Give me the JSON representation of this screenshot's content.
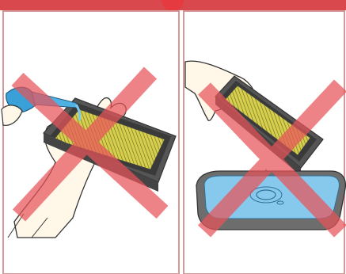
{
  "figure": {
    "panels": [
      {
        "id": "left",
        "icon": "air-gun-icon",
        "subject": "air-filter"
      },
      {
        "id": "right",
        "icon": "wash-basin-icon",
        "subject": "air-filter"
      }
    ],
    "prohibited_mark": "x-icon",
    "colors": {
      "banner": "#d8484c",
      "border": "#d49a9a",
      "cross": "#e8545a",
      "filter_frame": "#5a5a5a",
      "filter_mesh": "#d4c94a",
      "water": "#87c9ec",
      "basin": "#6d6d6d",
      "air_gun": "#3aa0d8"
    }
  }
}
